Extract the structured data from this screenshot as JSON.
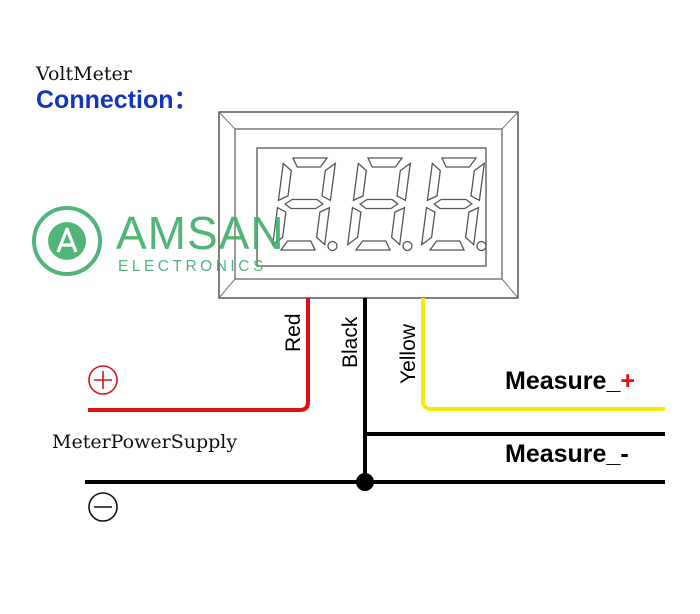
{
  "header": {
    "line1": "VoltMeter",
    "line2": "Connection："
  },
  "watermark": {
    "brand": "AMSAN",
    "tagline": "ELECTRONICS",
    "color": "#3fae6b"
  },
  "display": {
    "digits": [
      "8",
      "8",
      "8"
    ]
  },
  "wires": {
    "red": {
      "label": "Red",
      "color": "#e01010"
    },
    "black": {
      "label": "Black",
      "color": "#000000"
    },
    "yellow": {
      "label": "Yellow",
      "color": "#f2ea10"
    }
  },
  "power": {
    "label": "MeterPowerSupply",
    "plus_symbol": "+",
    "minus_symbol": "−"
  },
  "measure": {
    "plus": {
      "label": "Measure_",
      "sign": "+",
      "sign_color": "#e01010"
    },
    "minus": {
      "label": "Measure_",
      "sign": "-"
    }
  }
}
